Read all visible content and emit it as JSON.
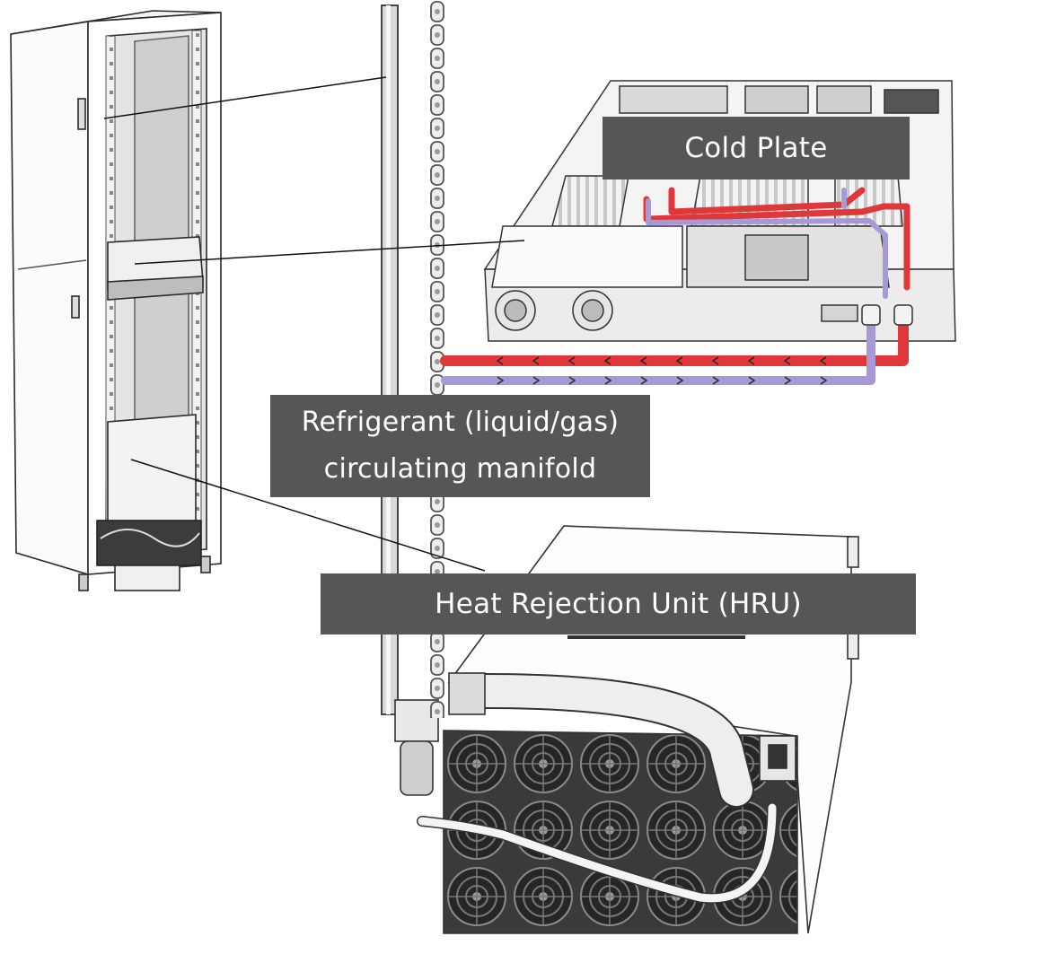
{
  "labels": {
    "cold_plate": "Cold Plate",
    "refrigerant_line1": "Refrigerant (liquid/gas)",
    "refrigerant_line2": "circulating manifold",
    "hru": "Heat Rejection Unit (HRU)"
  },
  "colors": {
    "label_bg": "#575656",
    "label_text": "#ffffff",
    "hot_line": "#e0383a",
    "cold_line": "#a59ad6",
    "line_art": "#2a2a2a"
  }
}
